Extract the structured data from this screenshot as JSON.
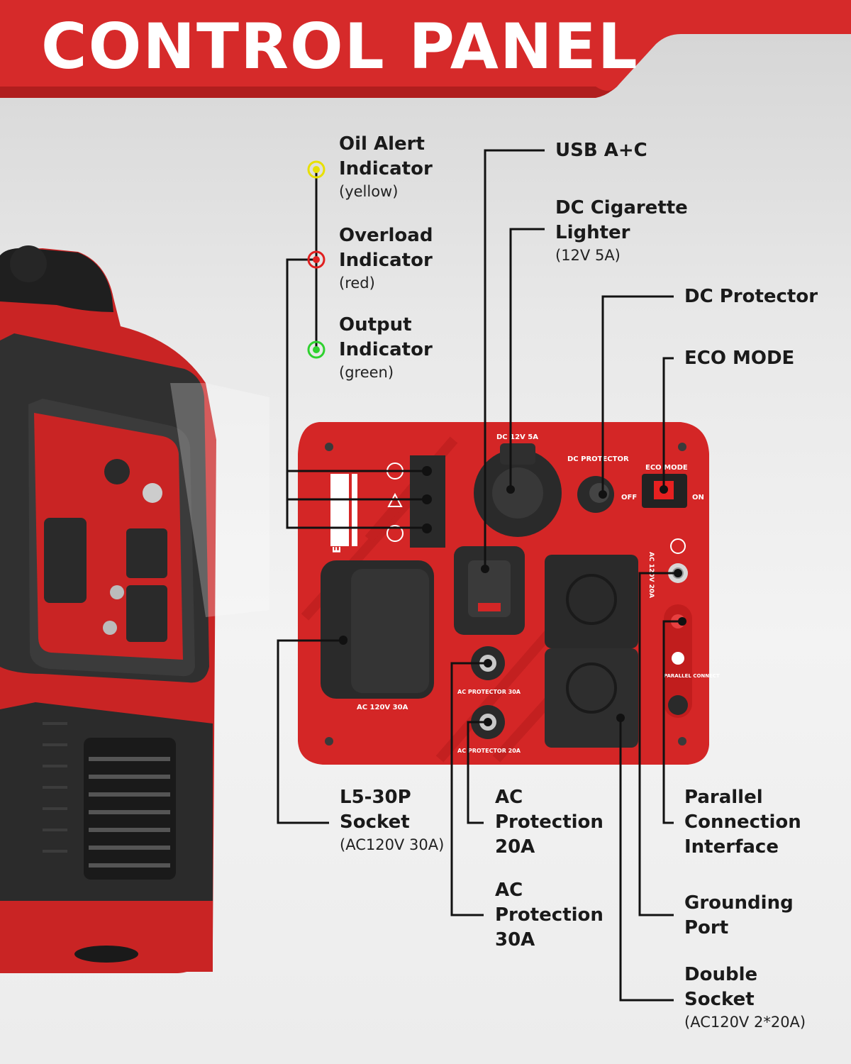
{
  "header": {
    "title": "CONTROL PANEL"
  },
  "brand": {
    "logo_text": "ERAYAK"
  },
  "colors": {
    "brand_red": "#d62a2a",
    "dark": "#2b2b2b",
    "yellow": "#e8e000",
    "red_led": "#e02020",
    "green_led": "#2fd12f"
  },
  "indicators": [
    {
      "title": "Oil Alert\nIndicator",
      "sub": "(yellow)",
      "color": "yellow"
    },
    {
      "title": "Overload\nIndicator",
      "sub": "(red)",
      "color": "red"
    },
    {
      "title": "Output\nIndicator",
      "sub": "(green)",
      "color": "green"
    }
  ],
  "callouts": {
    "usb": {
      "title": "USB A+C"
    },
    "dc_lighter": {
      "title": "DC Cigarette\nLighter",
      "sub": "(12V 5A)"
    },
    "dc_protector": {
      "title": "DC Protector"
    },
    "eco_mode": {
      "title": "ECO MODE"
    },
    "l530p": {
      "title": "L5-30P\nSocket",
      "sub": "(AC120V 30A)"
    },
    "ac20": {
      "title": "AC\nProtection\n20A"
    },
    "ac30": {
      "title": "AC\nProtection\n30A"
    },
    "parallel": {
      "title": "Parallel\nConnection\nInterface"
    },
    "grounding": {
      "title": "Grounding\nPort"
    },
    "double_socket": {
      "title": "Double\nSocket",
      "sub": "(AC120V 2*20A)"
    }
  },
  "panel_text": {
    "dc_12v": "DC 12V 5A",
    "dc_protector": "DC PROTECTOR",
    "eco_mode": "ECO MODE",
    "off": "OFF",
    "on": "ON",
    "ac_30a": "AC 120V 30A",
    "ac_protector_30a": "AC PROTECTOR 30A",
    "ac_protector_20a": "AC PROTECTOR 20A",
    "ac_20a": "AC 120V 20A",
    "parallel_connect": "PARALLEL CONNECT"
  }
}
